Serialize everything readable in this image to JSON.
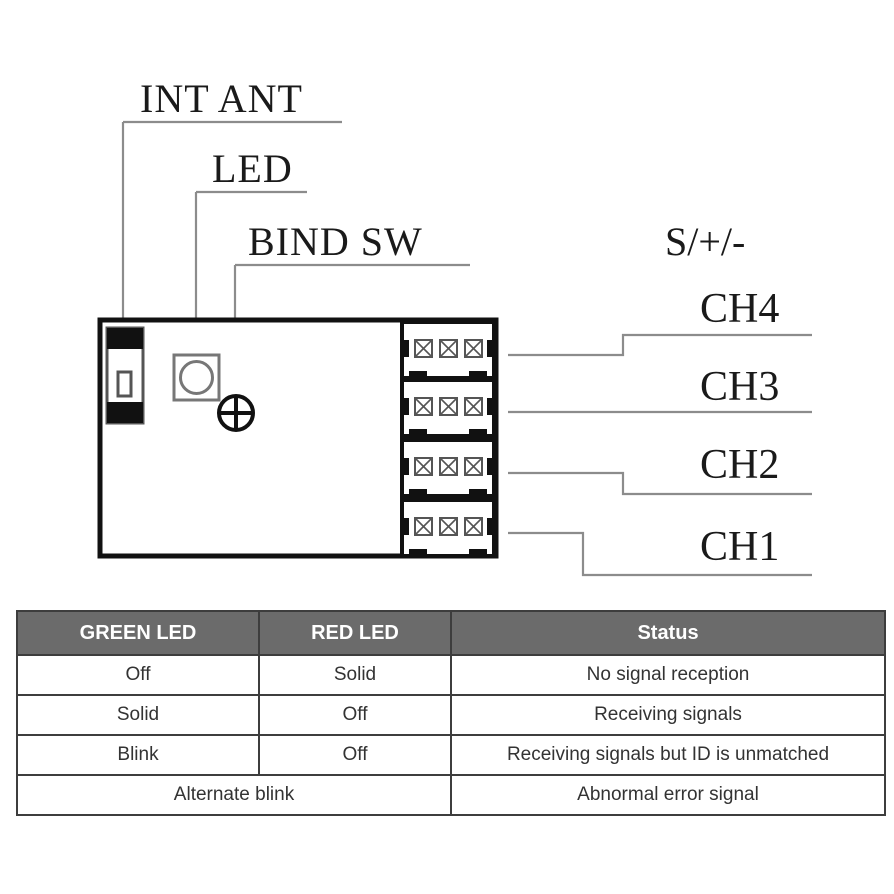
{
  "diagram": {
    "callouts": [
      {
        "id": "int-ant",
        "label": "INT ANT"
      },
      {
        "id": "led",
        "label": "LED"
      },
      {
        "id": "bind-sw",
        "label": "BIND SW"
      }
    ],
    "signal_legend": "S/+/-",
    "channels": [
      {
        "id": "ch4",
        "label": "CH4"
      },
      {
        "id": "ch3",
        "label": "CH3"
      },
      {
        "id": "ch2",
        "label": "CH2"
      },
      {
        "id": "ch1",
        "label": "CH1"
      }
    ],
    "connector_count": 4,
    "pins_per_connector": 3,
    "colors": {
      "outline": "#111111",
      "leader": "#8c8c8c",
      "text": "#1a1a1a"
    }
  },
  "table": {
    "headers": [
      "GREEN LED",
      "RED LED",
      "Status"
    ],
    "rows": [
      {
        "green": "Off",
        "red": "Solid",
        "status": "No signal reception"
      },
      {
        "green": "Solid",
        "red": "Off",
        "status": "Receiving signals"
      },
      {
        "green": "Blink",
        "red": "Off",
        "status": "Receiving signals but ID is unmatched"
      }
    ],
    "merged_row": {
      "leds": "Alternate blink",
      "status": "Abnormal error signal"
    },
    "colors": {
      "header_bg": "#6b6b6b",
      "header_text": "#ffffff",
      "border": "#3d3d3d",
      "cell_text": "#333333"
    }
  }
}
